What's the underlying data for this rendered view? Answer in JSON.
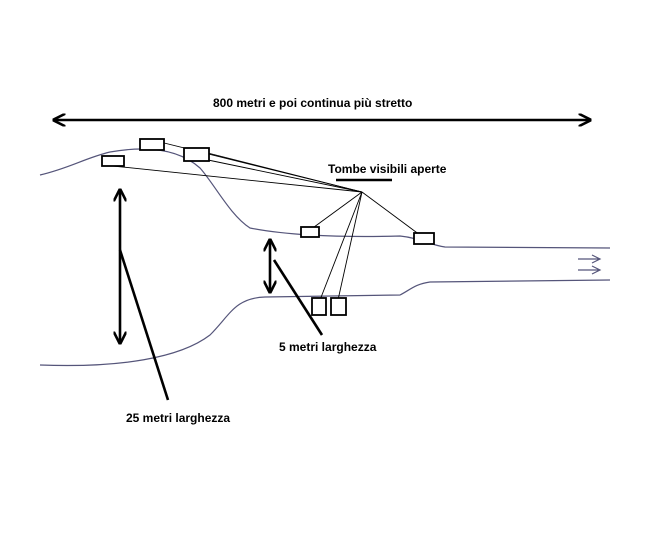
{
  "labels": {
    "length": "800 metri e poi continua più stretto",
    "tombs": "Tombe visibili aperte",
    "narrow_width": "5 metri larghezza",
    "wide_width": "25 metri larghezza"
  },
  "colors": {
    "valley_line": "#55557a",
    "ink": "#000000"
  }
}
